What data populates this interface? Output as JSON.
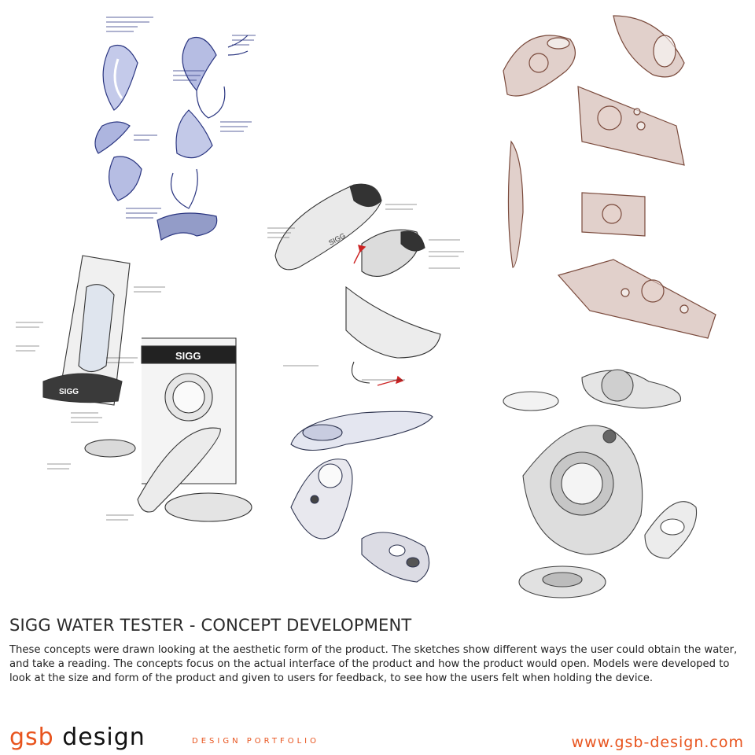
{
  "title": "SIGG WATER TESTER - CONCEPT DEVELOPMENT",
  "description": "These concepts were drawn looking at the aesthetic form of the product. The sketches show different ways the user could obtain the water, and take a reading. The concepts focus on the actual interface of the product and how the product would open. Models were developed to look at the size and form of the product and given to users for feedback, to see how the users felt when holding the device.",
  "brand": {
    "logo_part1": "gsb",
    "logo_part2": " design",
    "tagline": "DESIGN PORTFOLIO",
    "url": "www.gsb-design.com"
  },
  "sketch_labels": {
    "sigg_on_ring": "SIGG",
    "sigg_on_bottle": "SIGG",
    "sigg_on_device": "SIGG"
  },
  "colors": {
    "accent": "#e8541e",
    "ink_blue": "#3b4a9a",
    "ink_sepia": "#8a5a4a",
    "pencil_grey": "#777777"
  }
}
